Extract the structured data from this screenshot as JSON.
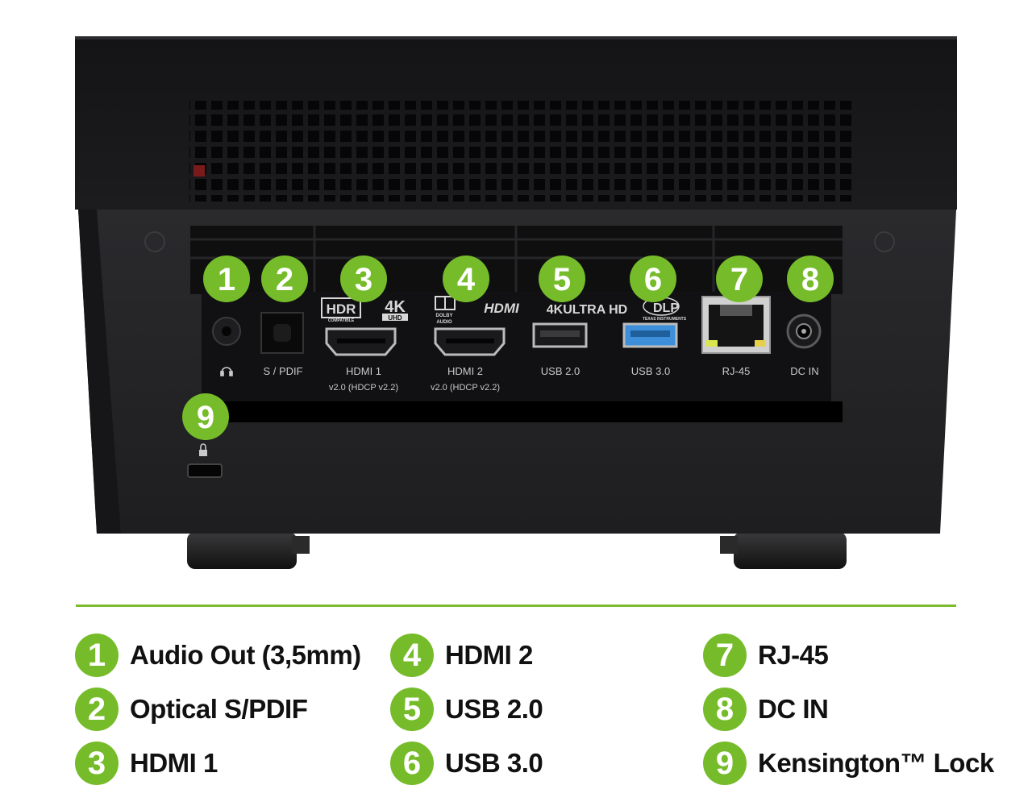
{
  "colors": {
    "accent_green": "#76bc2a",
    "device_dark": "#1f1f21",
    "panel_dark": "#0c0c0d",
    "label_grey": "#c9c9c9",
    "usb3_blue": "#3d8fd9"
  },
  "device": {
    "logos": {
      "hdr": "HDR",
      "hdr_sub": "COMPATIBLE",
      "fourk": "4K",
      "fourk_sub": "UHD",
      "dolby": "DOLBY",
      "dolby_sub": "AUDIO",
      "hdmi": "HDMI",
      "ultrahd": "4KULTRA HD",
      "dlp": "DLP",
      "dlp_sub": "TEXAS INSTRUMENTS"
    },
    "ports": [
      {
        "number": "1",
        "label": "",
        "icon": "headphone-icon"
      },
      {
        "number": "2",
        "label": "S / PDIF"
      },
      {
        "number": "3",
        "label": "HDMI 1",
        "sublabel": "v2.0 (HDCP v2.2)"
      },
      {
        "number": "4",
        "label": "HDMI 2",
        "sublabel": "v2.0 (HDCP v2.2)"
      },
      {
        "number": "5",
        "label": "USB 2.0"
      },
      {
        "number": "6",
        "label": "USB 3.0"
      },
      {
        "number": "7",
        "label": "RJ-45"
      },
      {
        "number": "8",
        "label": "DC IN"
      },
      {
        "number": "9",
        "label": "",
        "icon": "lock-icon"
      }
    ]
  },
  "legend": [
    {
      "number": "1",
      "label": "Audio Out (3,5mm)"
    },
    {
      "number": "2",
      "label": "Optical S/PDIF"
    },
    {
      "number": "3",
      "label": "HDMI 1"
    },
    {
      "number": "4",
      "label": "HDMI 2"
    },
    {
      "number": "5",
      "label": "USB 2.0"
    },
    {
      "number": "6",
      "label": "USB 3.0"
    },
    {
      "number": "7",
      "label": "RJ-45"
    },
    {
      "number": "8",
      "label": "DC IN"
    },
    {
      "number": "9",
      "label": "Kensington™ Lock"
    }
  ]
}
